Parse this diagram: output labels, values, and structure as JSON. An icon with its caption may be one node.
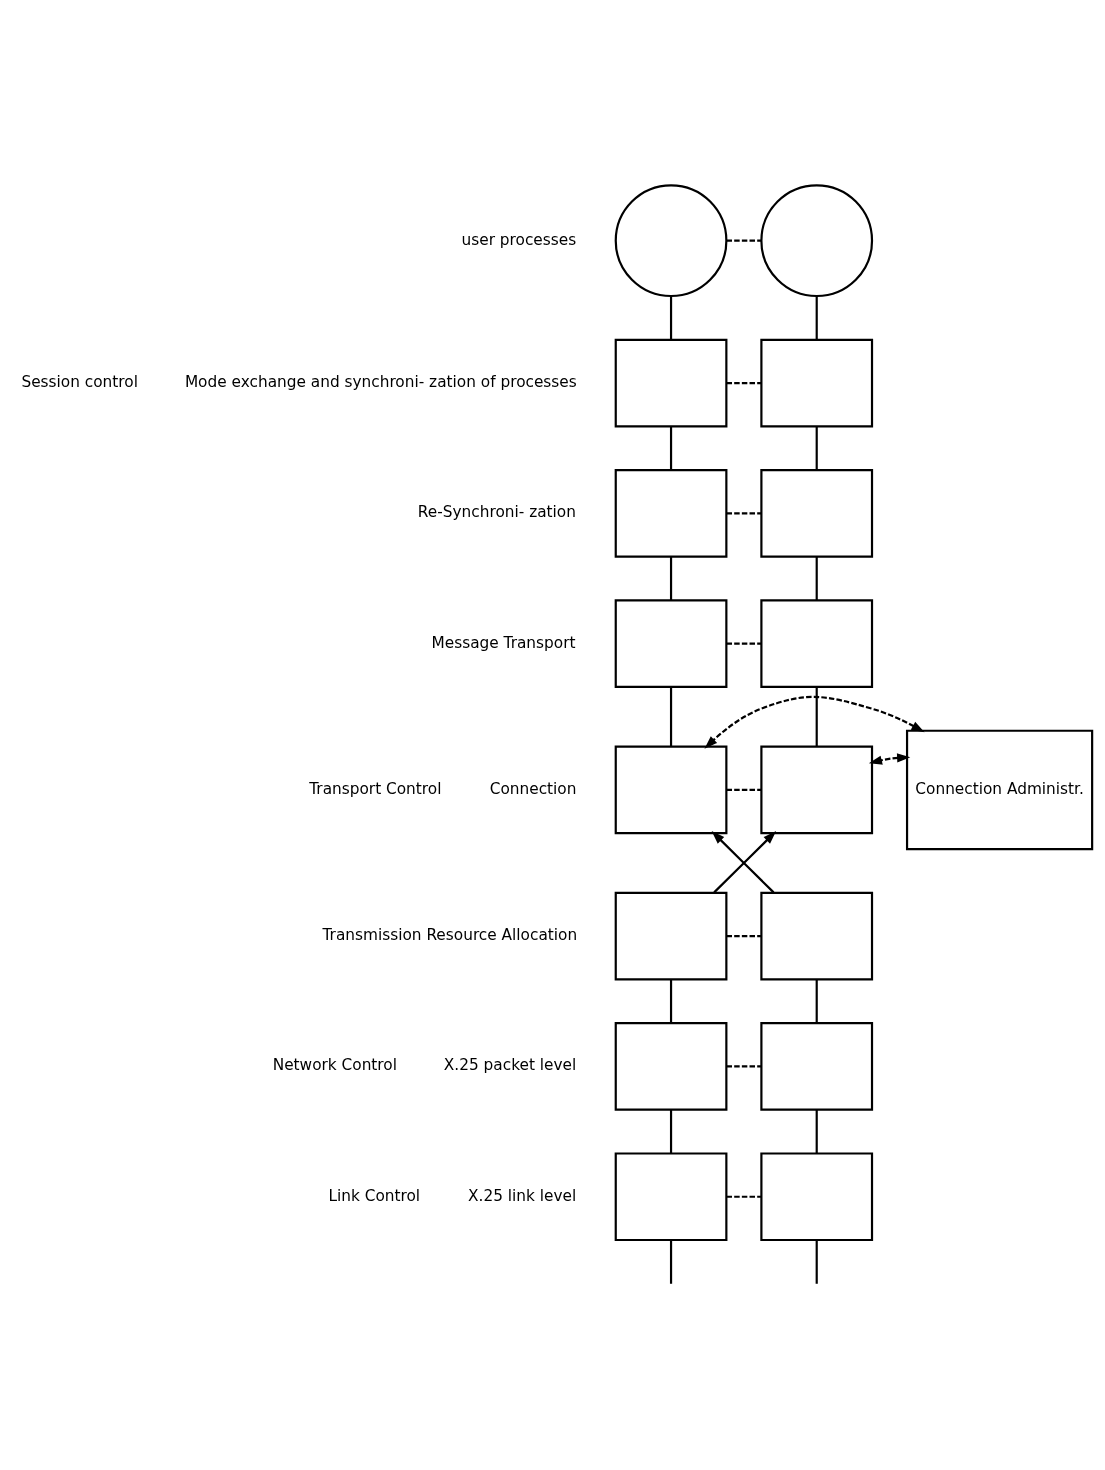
{
  "diagram": {
    "nodes": [
      {
        "text": [],
        "shape": "circle",
        "beside": [
          "user processes"
        ]
      },
      {
        "text": [],
        "shape": "circle"
      },
      {
        "text": [],
        "shape": "box",
        "beside": [
          "Mode exchange and synchroni- zation of processes"
        ]
      },
      {
        "text": [],
        "shape": "box"
      },
      {
        "text": [],
        "shape": "box",
        "beside": [
          "Re-Synchroni- zation"
        ]
      },
      {
        "text": [],
        "shape": "box"
      },
      {
        "text": [],
        "shape": "box",
        "beside": [
          "Message Transport"
        ]
      },
      {
        "text": [],
        "shape": "box"
      },
      {
        "text": [],
        "shape": "box",
        "beside": [
          "Connection"
        ]
      },
      {
        "text": [],
        "shape": "box"
      },
      {
        "text": [
          "Connection Administr."
        ]
      },
      {
        "text": [],
        "shape": "box",
        "beside": [
          "Transmission Resource Allocation"
        ]
      },
      {
        "text": [],
        "shape": "box"
      },
      {
        "text": [],
        "shape": "box",
        "beside": [
          "X.25 packet level"
        ]
      },
      {
        "text": [],
        "shape": "box"
      },
      {
        "text": [],
        "shape": "box",
        "beside": [
          "X.25 link level"
        ]
      },
      {
        "text": [],
        "shape": "box"
      }
    ],
    "edges": [
      {
        "from": 0,
        "to": 1,
        "arrow": "none",
        "style": "dashed"
      },
      {
        "from": 0,
        "to": 2,
        "arrow": "none"
      },
      {
        "from": 1,
        "to": 3,
        "arrow": "none"
      },
      {
        "from": 2,
        "to": 3,
        "arrow": "none",
        "style": "dashed"
      },
      {
        "from": 2,
        "to": 4,
        "arrow": "none"
      },
      {
        "from": 3,
        "to": 5,
        "arrow": "none"
      },
      {
        "from": 4,
        "to": 5,
        "arrow": "none",
        "style": "dashed"
      },
      {
        "from": 4,
        "to": 6,
        "arrow": "none"
      },
      {
        "from": 5,
        "to": 7,
        "arrow": "none"
      },
      {
        "from": 6,
        "to": 7,
        "arrow": "none",
        "style": "dashed"
      },
      {
        "from": 6,
        "to": 8,
        "arrow": "none"
      },
      {
        "from": 7,
        "to": 9,
        "arrow": "none"
      },
      {
        "from": 8,
        "to": 9,
        "arrow": "none",
        "style": "dashed"
      },
      {
        "from": 10,
        "to": 9,
        "arrow": "both",
        "style": "dashed"
      },
      {
        "from": 10,
        "to": 8,
        "arrow": "both",
        "style": "dashed"
      },
      {
        "from": 11,
        "to": 9,
        "arrow": "to"
      },
      {
        "from": 12,
        "to": 8,
        "arrow": "to"
      },
      {
        "from": 11,
        "to": 12,
        "arrow": "none",
        "style": "dashed"
      },
      {
        "from": 11,
        "to": 13,
        "arrow": "none"
      },
      {
        "from": 12,
        "to": 14,
        "arrow": "none"
      },
      {
        "from": 13,
        "to": 14,
        "arrow": "none",
        "style": "dashed"
      },
      {
        "from": 13,
        "to": 15,
        "arrow": "none"
      },
      {
        "from": 14,
        "to": 16,
        "arrow": "none"
      },
      {
        "from": 15,
        "to": 16,
        "arrow": "none",
        "style": "dashed"
      },
      {
        "from": 15,
        "to": null,
        "arrow": "none"
      },
      {
        "from": 16,
        "to": null,
        "arrow": "none"
      }
    ],
    "labels": [
      "Session control",
      "Transport Control",
      "Network Control",
      "Link Control"
    ]
  }
}
